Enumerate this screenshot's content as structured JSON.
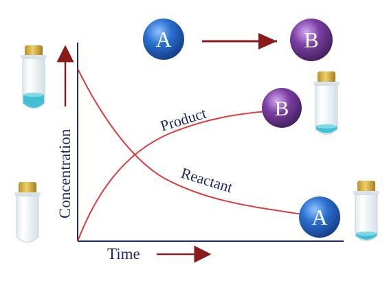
{
  "reaction": {
    "reactant_symbol": "A",
    "product_symbol": "B"
  },
  "plot": {
    "y_label": "Concentration",
    "x_label": "Time",
    "product_label": "Product",
    "reactant_label": "Reactant"
  },
  "markers": {
    "product_end": "B",
    "reactant_end": "A"
  },
  "colors": {
    "axis": "#1f2a6b",
    "curve": "#e0393b",
    "arrow": "#8b1a1a",
    "sphere_a": "#2a6fd0",
    "sphere_b": "#7b3fa3",
    "tube_liquid": "#41bfd4",
    "tube_cap": "#e0b845"
  },
  "icons": {
    "test_tube": "test-tube-icon",
    "sphere": "molecule-sphere-icon"
  }
}
